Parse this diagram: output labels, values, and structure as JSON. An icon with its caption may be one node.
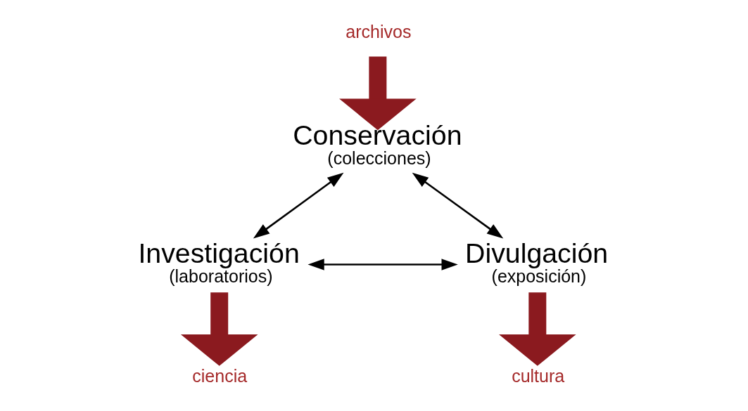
{
  "diagram": {
    "nodes": [
      {
        "text": [
          "archivos"
        ]
      },
      {
        "text": [
          "Conservación",
          "(colecciones)"
        ]
      },
      {
        "text": [
          "Investigación",
          "(laboratorios)"
        ]
      },
      {
        "text": [
          "Divulgación",
          "(exposición)"
        ]
      },
      {
        "text": [
          "ciencia"
        ]
      },
      {
        "text": [
          "cultura"
        ]
      }
    ],
    "edges": [
      {
        "from": 0,
        "to": 1,
        "arrow": "to",
        "style": "thick",
        "color": "#8b1a1f"
      },
      {
        "from": 1,
        "to": 2,
        "arrow": "both",
        "color": "#000000"
      },
      {
        "from": 1,
        "to": 3,
        "arrow": "both",
        "color": "#000000"
      },
      {
        "from": 2,
        "to": 3,
        "arrow": "both",
        "color": "#000000"
      },
      {
        "from": 2,
        "to": 4,
        "arrow": "to",
        "style": "thick",
        "color": "#8b1a1f"
      },
      {
        "from": 3,
        "to": 5,
        "arrow": "to",
        "style": "thick",
        "color": "#8b1a1f"
      }
    ]
  }
}
